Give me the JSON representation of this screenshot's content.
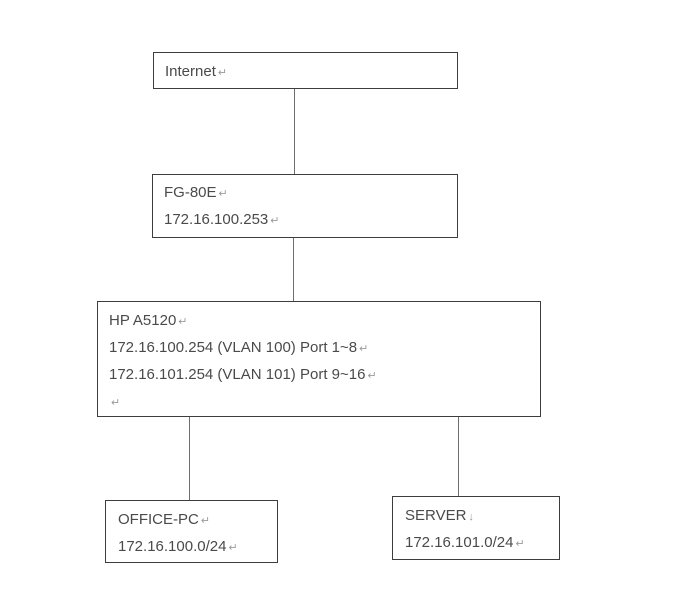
{
  "diagram": {
    "type": "network-topology",
    "nodes": {
      "internet": {
        "role": "external-network",
        "lines": [
          {
            "text": "Internet",
            "mark": "↵"
          }
        ]
      },
      "fg80e": {
        "role": "firewall",
        "lines": [
          {
            "text": "FG-80E",
            "mark": "↵"
          },
          {
            "text": "172.16.100.253",
            "mark": "↵"
          }
        ]
      },
      "hpa5120": {
        "role": "switch",
        "lines": [
          {
            "text": "HP A5120",
            "mark": "↵"
          },
          {
            "text": "172.16.100.254 (VLAN 100) Port 1~8",
            "mark": "↵"
          },
          {
            "text": "172.16.101.254 (VLAN 101) Port 9~16",
            "mark": "↵"
          },
          {
            "text": "",
            "mark": "↵"
          }
        ]
      },
      "officepc": {
        "role": "lan-segment",
        "lines": [
          {
            "text": "OFFICE-PC",
            "mark": "↵"
          },
          {
            "text": "172.16.100.0/24",
            "mark": "↵"
          }
        ]
      },
      "server": {
        "role": "lan-segment",
        "lines": [
          {
            "text": "SERVER",
            "mark": "↓"
          },
          {
            "text": "172.16.101.0/24",
            "mark": "↵"
          }
        ]
      }
    },
    "links": [
      {
        "from": "internet",
        "to": "fg80e"
      },
      {
        "from": "fg80e",
        "to": "hpa5120"
      },
      {
        "from": "hpa5120",
        "to": "officepc"
      },
      {
        "from": "hpa5120",
        "to": "server"
      }
    ]
  },
  "colors": {
    "background": "#ffffff",
    "border": "#3d3d3d",
    "text": "#4a4a4a",
    "mark": "#9a9a9a",
    "connector": "#6e6e6e"
  }
}
